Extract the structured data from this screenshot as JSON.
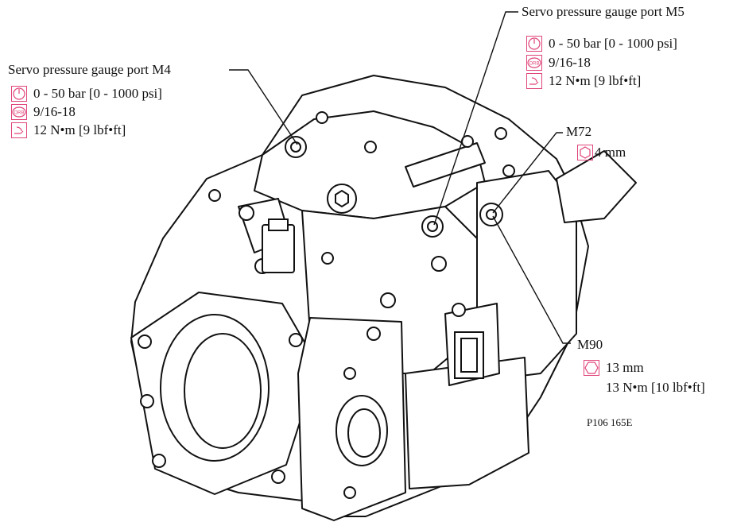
{
  "labels": {
    "m4": {
      "title": "Servo pressure gauge port M4",
      "pressure": "0 - 50 bar [0 - 1000 psi]",
      "thread": "9/16-18",
      "torque": "12 N•m [9 lbf•ft]"
    },
    "m5": {
      "title": "Servo pressure gauge port M5",
      "pressure": "0 - 50 bar [0 - 1000 psi]",
      "thread": "9/16-18",
      "torque": "12 N•m [9 lbf•ft]"
    },
    "m72": {
      "title": "M72",
      "size": "4 mm"
    },
    "m90": {
      "title": "M90",
      "size": "13 mm",
      "torque": "13 N•m [10 lbf•ft]"
    }
  },
  "figure_id": "P106 165E",
  "icons": {
    "gauge": "pressure-gauge-icon",
    "orb": "orb-port-icon",
    "torque": "torque-wrench-icon",
    "hex_socket": "hex-socket-icon",
    "hex_wrench": "hex-wrench-icon",
    "orb_text": "ORB"
  },
  "colors": {
    "icon_accent": "#e0457b",
    "line": "#111111"
  }
}
